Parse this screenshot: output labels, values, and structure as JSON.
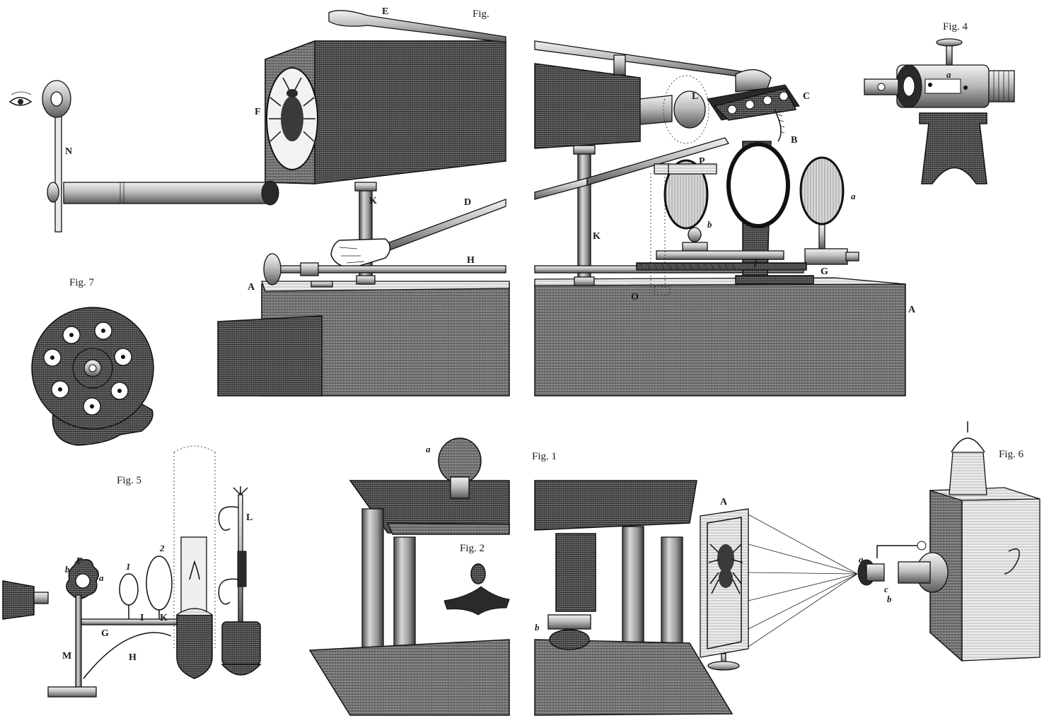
{
  "figure_titles": {
    "fig_top": "Fig.",
    "fig1": "Fig. 1",
    "fig2": "Fig. 2",
    "fig4": "Fig. 4",
    "fig5": "Fig. 5",
    "fig6": "Fig. 6",
    "fig7": "Fig. 7"
  },
  "labels": {
    "A": "A",
    "B": "B",
    "C": "C",
    "D": "D",
    "E": "E",
    "F": "F",
    "G": "G",
    "H": "H",
    "I": "I",
    "K": "K",
    "L": "L",
    "M": "M",
    "N": "N",
    "O": "O",
    "P": "P",
    "a": "a",
    "b": "b",
    "c": "c",
    "f": "f",
    "one": "1",
    "two": "2"
  }
}
